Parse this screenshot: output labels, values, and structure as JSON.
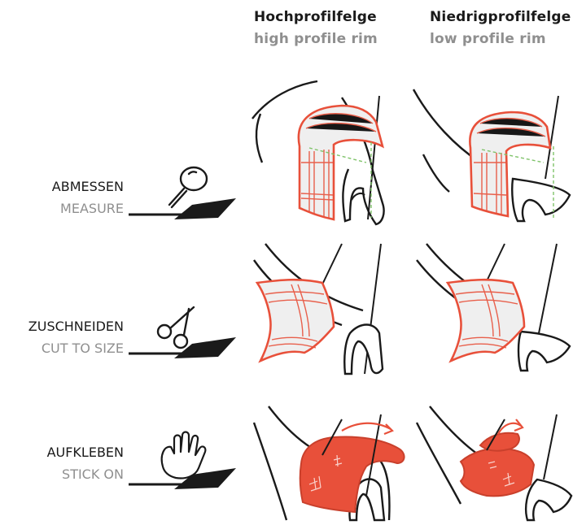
{
  "columns": {
    "high": {
      "label_de": "Hochprofilfelge",
      "label_en": "high profile rim"
    },
    "low": {
      "label_de": "Niedrigprofilfelge",
      "label_en": "low profile rim"
    }
  },
  "steps": [
    {
      "label_de": "ABMESSEN",
      "label_en": "MEASURE",
      "icon": "magnifier-icon"
    },
    {
      "label_de": "ZUSCHNEIDEN",
      "label_en": "CUT TO SIZE",
      "icon": "scissors-icon"
    },
    {
      "label_de": "AUFKLEBEN",
      "label_en": "STICK ON",
      "icon": "hand-icon"
    }
  ],
  "colors": {
    "accent": "#e8503a",
    "patch_fill": "#efefef",
    "guide": "#7fc36a",
    "ink": "#1a1a1a",
    "muted": "#8f8f8f"
  }
}
